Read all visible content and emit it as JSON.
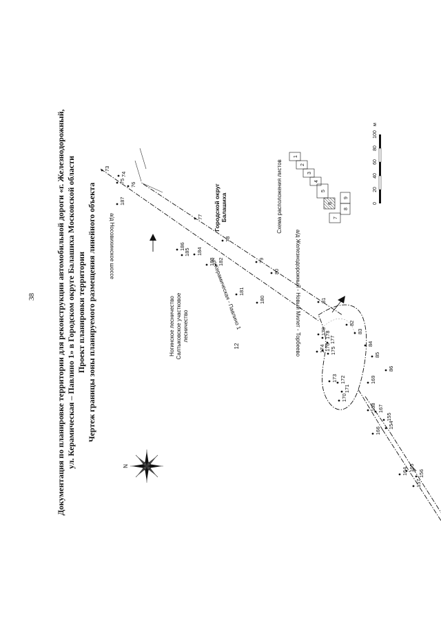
{
  "page_number": "38",
  "title_lines": [
    "Документация по планировке территории для реконструкции автомобильной дороги «г. Железнодорожный,",
    "ул. Керамическая – Павлино 1» в Городском округе Балашиха Московской области",
    "Проект планировки территории",
    "Чертеж границы зоны планируемого размещения линейного объекта"
  ],
  "roads": {
    "nosovikhinskoe": "а/д Носовихинское шоссе",
    "keramicheskaya": "ул Керамическая - Павлино 1",
    "novy_milet": "а/д Железнодорожный - Новый Милет - Торбеево"
  },
  "forestry": {
    "line1": "Ногинское лесничество",
    "line2": "Салтыковское участковое",
    "line3": "лесничество",
    "quarter": "12"
  },
  "district": {
    "line1": "Городской округ",
    "line2": "Балашиха"
  },
  "compass": {
    "north": "N"
  },
  "sheet_scheme": {
    "title": "Схема расположения листов",
    "sheets": [
      "1",
      "2",
      "3",
      "4",
      "5",
      "6",
      "7",
      "8",
      "9"
    ]
  },
  "scale_bar": {
    "unit": "м",
    "ticks": [
      "0",
      "20",
      "40",
      "60",
      "80",
      "100"
    ]
  },
  "points": [
    "73",
    "74",
    "75",
    "76",
    "77",
    "78",
    "79",
    "80",
    "81",
    "82",
    "83",
    "84",
    "85",
    "86",
    "154",
    "155",
    "156",
    "157",
    "164",
    "165",
    "166",
    "167",
    "168",
    "169",
    "170",
    "171",
    "172",
    "173",
    "174",
    "175",
    "176",
    "177",
    "178",
    "179",
    "180",
    "181",
    "182",
    "183",
    "184",
    "185",
    "186",
    "187"
  ],
  "colors": {
    "ink": "#111111",
    "hatch": "#555555"
  }
}
